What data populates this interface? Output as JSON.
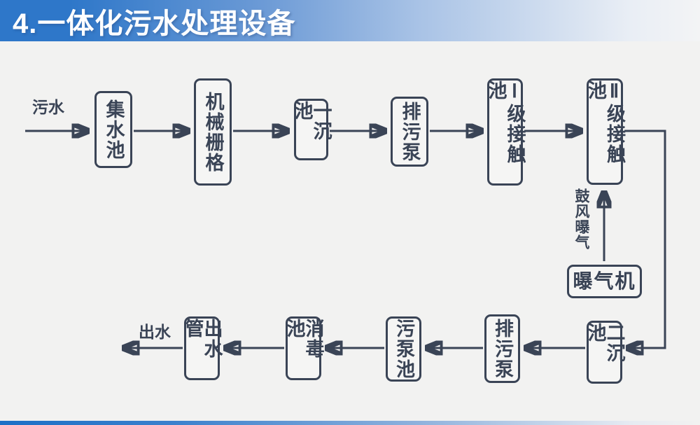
{
  "title": "4.一体化污水处理设备",
  "colors": {
    "banner_blue": "#2e77c9",
    "ink_navy": "#3a4456",
    "background": "#f2f2f1"
  },
  "flowchart": {
    "influent_label": "污水",
    "effluent_label": "出水",
    "aeration_label": "鼓风曝气",
    "nodes": {
      "collection_tank": "集水池",
      "mechanical_grid": "机械栅格",
      "primary_sedimentation": "一沉池",
      "sewage_pump_top": "排污泵",
      "level1_contact_tank": "Ⅰ级接触池",
      "level2_contact_tank": "Ⅱ级接触池",
      "aerator": "曝气机",
      "secondary_sedimentation": "二沉池",
      "sewage_pump_bottom": "排污泵",
      "sludge_pump_tank": "污泵池",
      "disinfection_tank": "消毒池",
      "outlet_pipe": "出水管"
    },
    "main_flow": [
      "污水",
      "集水池",
      "机械栅格",
      "一沉池",
      "排污泵",
      "Ⅰ级接触池",
      "Ⅱ级接触池",
      "二沉池",
      "排污泵",
      "污泵池",
      "消毒池",
      "出水管",
      "出水"
    ],
    "aeration_flow": [
      "曝气机",
      "鼓风曝气",
      "Ⅱ级接触池"
    ]
  }
}
